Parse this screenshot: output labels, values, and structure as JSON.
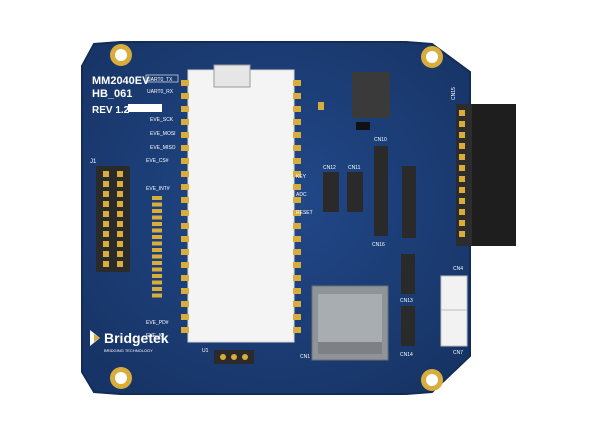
{
  "board": {
    "model": "MM2040EV",
    "code": "HB_061",
    "revision": "REV 1.2",
    "brand": "Bridgetek",
    "brand_tagline": "BRIDGING TECHNOLOGY"
  },
  "connectors": {
    "cn15": "CN15",
    "cn12": "CN12",
    "cn11": "CN11",
    "cn10": "CN10",
    "cn16": "CN16",
    "cn13": "CN13",
    "cn14": "CN14",
    "cn4": "CN4",
    "cn7": "CN7",
    "cn1": "CN1",
    "j1": "J1",
    "u1": "U1"
  },
  "signals": {
    "uart0_tx": "UART0_TX",
    "uart0_rx": "UART0_RX",
    "eve_sck": "EVE_SCK",
    "eve_mosi": "EVE_MOSI",
    "eve_miso": "EVE_MISO",
    "eve_cs": "EVE_CS#",
    "eve_int": "EVE_INT#",
    "eve_pd": "EVE_PD#",
    "eve_io": "EVE_IO",
    "adc": "ADC",
    "reset": "RESET",
    "key": "KEY"
  },
  "colors": {
    "pcb": "#1d3f78",
    "pcb_edge": "#173466",
    "gold": "#d8ad3c",
    "module": "#f4f4f4",
    "header": "#2a2a2a"
  }
}
